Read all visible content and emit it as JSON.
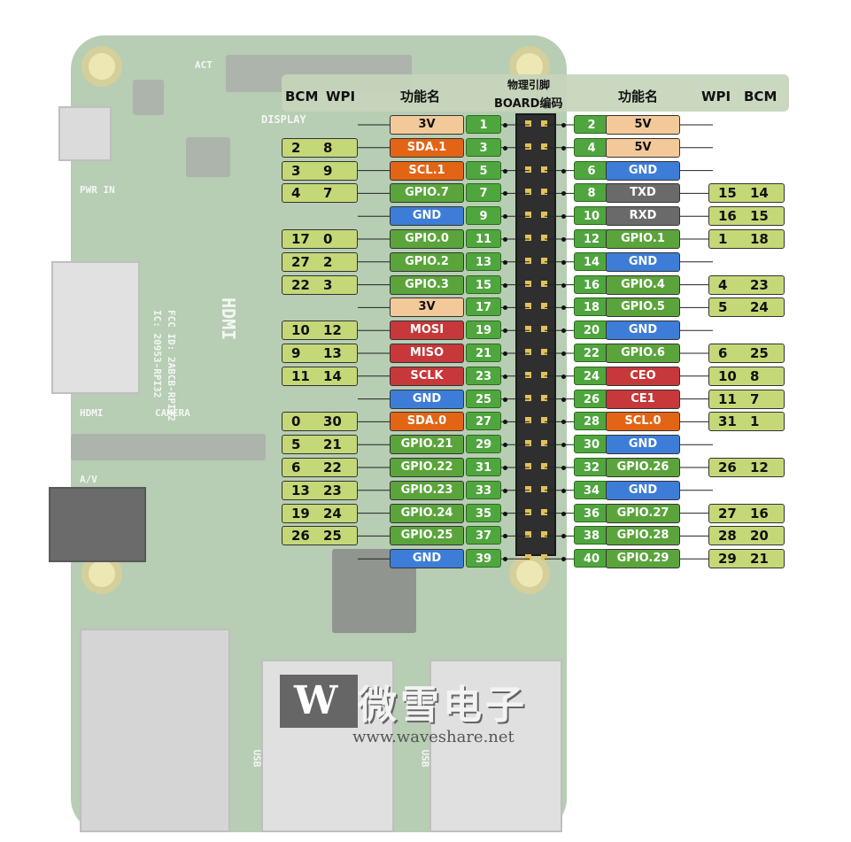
{
  "headers": {
    "bcm": "BCM",
    "wpi": "WPI",
    "func": "功能名",
    "physical_1": "物理引脚",
    "physical_2": "BOARD编码"
  },
  "left_pins": [
    {
      "pin": "1",
      "func": "3V",
      "color": "#f4c99a",
      "text_color": "#111"
    },
    {
      "pin": "3",
      "func": "SDA.1",
      "color": "#e36414",
      "text_color": "#fff",
      "bcm": "2",
      "wpi": "8"
    },
    {
      "pin": "5",
      "func": "SCL.1",
      "color": "#e36414",
      "text_color": "#fff",
      "bcm": "3",
      "wpi": "9"
    },
    {
      "pin": "7",
      "func": "GPIO.7",
      "color": "#5ba43c",
      "text_color": "#fff",
      "bcm": "4",
      "wpi": "7"
    },
    {
      "pin": "9",
      "func": "GND",
      "color": "#3d7dd8",
      "text_color": "#fff"
    },
    {
      "pin": "11",
      "func": "GPIO.0",
      "color": "#5ba43c",
      "text_color": "#fff",
      "bcm": "17",
      "wpi": "0"
    },
    {
      "pin": "13",
      "func": "GPIO.2",
      "color": "#5ba43c",
      "text_color": "#fff",
      "bcm": "27",
      "wpi": "2"
    },
    {
      "pin": "15",
      "func": "GPIO.3",
      "color": "#5ba43c",
      "text_color": "#fff",
      "bcm": "22",
      "wpi": "3"
    },
    {
      "pin": "17",
      "func": "3V",
      "color": "#f4c99a",
      "text_color": "#111"
    },
    {
      "pin": "19",
      "func": "MOSI",
      "color": "#c7383a",
      "text_color": "#fff",
      "bcm": "10",
      "wpi": "12"
    },
    {
      "pin": "21",
      "func": "MISO",
      "color": "#c7383a",
      "text_color": "#fff",
      "bcm": "9",
      "wpi": "13"
    },
    {
      "pin": "23",
      "func": "SCLK",
      "color": "#c7383a",
      "text_color": "#fff",
      "bcm": "11",
      "wpi": "14"
    },
    {
      "pin": "25",
      "func": "GND",
      "color": "#3d7dd8",
      "text_color": "#fff"
    },
    {
      "pin": "27",
      "func": "SDA.0",
      "color": "#e36414",
      "text_color": "#fff",
      "bcm": "0",
      "wpi": "30"
    },
    {
      "pin": "29",
      "func": "GPIO.21",
      "color": "#5ba43c",
      "text_color": "#fff",
      "bcm": "5",
      "wpi": "21"
    },
    {
      "pin": "31",
      "func": "GPIO.22",
      "color": "#5ba43c",
      "text_color": "#fff",
      "bcm": "6",
      "wpi": "22"
    },
    {
      "pin": "33",
      "func": "GPIO.23",
      "color": "#5ba43c",
      "text_color": "#fff",
      "bcm": "13",
      "wpi": "23"
    },
    {
      "pin": "35",
      "func": "GPIO.24",
      "color": "#5ba43c",
      "text_color": "#fff",
      "bcm": "19",
      "wpi": "24"
    },
    {
      "pin": "37",
      "func": "GPIO.25",
      "color": "#5ba43c",
      "text_color": "#fff",
      "bcm": "26",
      "wpi": "25"
    },
    {
      "pin": "39",
      "func": "GND",
      "color": "#3d7dd8",
      "text_color": "#fff"
    }
  ],
  "right_pins": [
    {
      "pin": "2",
      "func": "5V",
      "color": "#f4c99a",
      "text_color": "#111"
    },
    {
      "pin": "4",
      "func": "5V",
      "color": "#f4c99a",
      "text_color": "#111"
    },
    {
      "pin": "6",
      "func": "GND",
      "color": "#3d7dd8",
      "text_color": "#fff"
    },
    {
      "pin": "8",
      "func": "TXD",
      "color": "#6a6a6a",
      "text_color": "#fff",
      "wpi": "15",
      "bcm": "14"
    },
    {
      "pin": "10",
      "func": "RXD",
      "color": "#6a6a6a",
      "text_color": "#fff",
      "wpi": "16",
      "bcm": "15"
    },
    {
      "pin": "12",
      "func": "GPIO.1",
      "color": "#5ba43c",
      "text_color": "#fff",
      "wpi": "1",
      "bcm": "18"
    },
    {
      "pin": "14",
      "func": "GND",
      "color": "#3d7dd8",
      "text_color": "#fff"
    },
    {
      "pin": "16",
      "func": "GPIO.4",
      "color": "#5ba43c",
      "text_color": "#fff",
      "wpi": "4",
      "bcm": "23"
    },
    {
      "pin": "18",
      "func": "GPIO.5",
      "color": "#5ba43c",
      "text_color": "#fff",
      "wpi": "5",
      "bcm": "24"
    },
    {
      "pin": "20",
      "func": "GND",
      "color": "#3d7dd8",
      "text_color": "#fff"
    },
    {
      "pin": "22",
      "func": "GPIO.6",
      "color": "#5ba43c",
      "text_color": "#fff",
      "wpi": "6",
      "bcm": "25"
    },
    {
      "pin": "24",
      "func": "CEO",
      "color": "#c7383a",
      "text_color": "#fff",
      "wpi": "10",
      "bcm": "8"
    },
    {
      "pin": "26",
      "func": "CE1",
      "color": "#c7383a",
      "text_color": "#fff",
      "wpi": "11",
      "bcm": "7"
    },
    {
      "pin": "28",
      "func": "SCL.0",
      "color": "#e36414",
      "text_color": "#fff",
      "wpi": "31",
      "bcm": "1"
    },
    {
      "pin": "30",
      "func": "GND",
      "color": "#3d7dd8",
      "text_color": "#fff"
    },
    {
      "pin": "32",
      "func": "GPIO.26",
      "color": "#5ba43c",
      "text_color": "#fff",
      "wpi": "26",
      "bcm": "12"
    },
    {
      "pin": "34",
      "func": "GND",
      "color": "#3d7dd8",
      "text_color": "#fff"
    },
    {
      "pin": "36",
      "func": "GPIO.27",
      "color": "#5ba43c",
      "text_color": "#fff",
      "wpi": "27",
      "bcm": "16"
    },
    {
      "pin": "38",
      "func": "GPIO.28",
      "color": "#5ba43c",
      "text_color": "#fff",
      "wpi": "28",
      "bcm": "20"
    },
    {
      "pin": "40",
      "func": "GPIO.29",
      "color": "#5ba43c",
      "text_color": "#fff",
      "wpi": "29",
      "bcm": "21"
    }
  ],
  "silkscreen": {
    "act": "ACT",
    "display": "DISPLAY",
    "pwr_in": "PWR IN",
    "hdmi_label": "HDMI",
    "camera": "CAMERA",
    "av": "A/V",
    "usb": "USB",
    "fcc": "FCC ID: 2ABCB-RPI32",
    "ic": "IC: 20953-RPI32",
    "hdmi_logo": "HDMI"
  },
  "logo": {
    "cn": "微雪电子",
    "mark": "W",
    "url": "www.waveshare.net"
  }
}
